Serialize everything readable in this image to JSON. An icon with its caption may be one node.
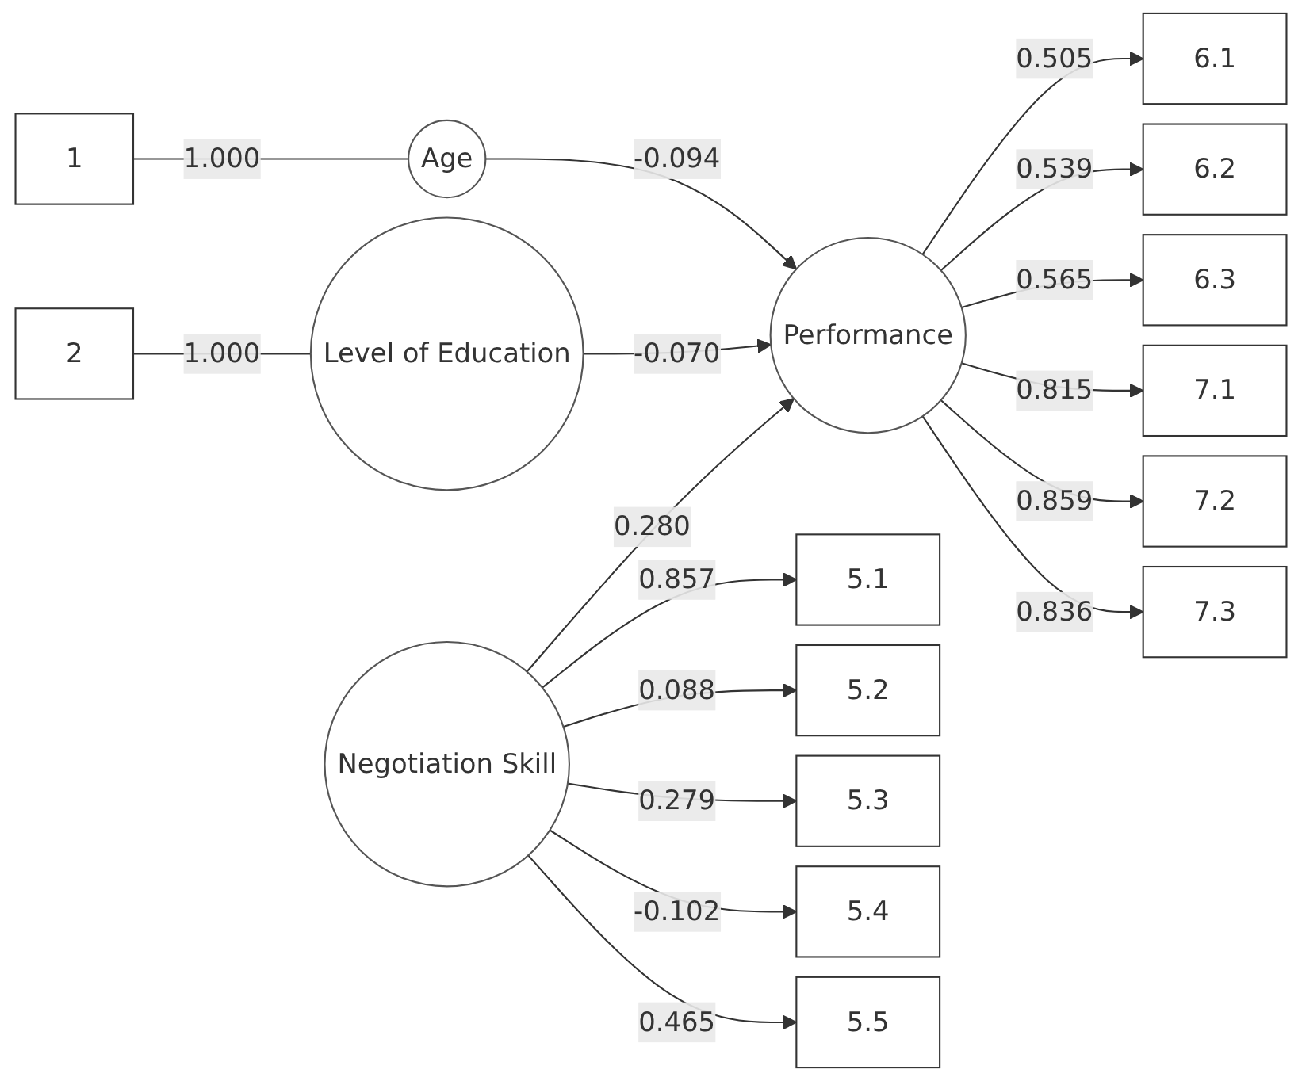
{
  "diagram": {
    "nodes": [
      {
        "text": [
          "1"
        ]
      },
      {
        "text": [
          "Age"
        ]
      },
      {
        "text": [
          "2"
        ]
      },
      {
        "text": [
          "Level of Education"
        ]
      },
      {
        "text": [
          "Performance"
        ]
      },
      {
        "text": [
          "6.1"
        ]
      },
      {
        "text": [
          "6.2"
        ]
      },
      {
        "text": [
          "6.3"
        ]
      },
      {
        "text": [
          "7.1"
        ]
      },
      {
        "text": [
          "7.2"
        ]
      },
      {
        "text": [
          "7.3"
        ]
      },
      {
        "text": [
          "5.1"
        ]
      },
      {
        "text": [
          "5.2"
        ]
      },
      {
        "text": [
          "5.3"
        ]
      },
      {
        "text": [
          "5.4"
        ]
      },
      {
        "text": [
          "5.5"
        ]
      },
      {
        "text": [
          "Negotiation Skill"
        ]
      }
    ],
    "edges": [
      {
        "from": 0,
        "to": 1,
        "arrow": "none",
        "label": "1.000"
      },
      {
        "from": 2,
        "to": 3,
        "arrow": "none",
        "label": "1.000"
      },
      {
        "from": 1,
        "to": 4,
        "arrow": "to",
        "label": "-0.094"
      },
      {
        "from": 3,
        "to": 4,
        "arrow": "to",
        "label": "-0.070"
      },
      {
        "from": 16,
        "to": 4,
        "arrow": "to",
        "label": "0.280"
      },
      {
        "from": 4,
        "to": 5,
        "arrow": "to",
        "label": "0.505"
      },
      {
        "from": 4,
        "to": 6,
        "arrow": "to",
        "label": "0.539"
      },
      {
        "from": 4,
        "to": 7,
        "arrow": "to",
        "label": "0.565"
      },
      {
        "from": 4,
        "to": 8,
        "arrow": "to",
        "label": "0.815"
      },
      {
        "from": 4,
        "to": 9,
        "arrow": "to",
        "label": "0.859"
      },
      {
        "from": 4,
        "to": 10,
        "arrow": "to",
        "label": "0.836"
      },
      {
        "from": 16,
        "to": 11,
        "arrow": "to",
        "label": "0.857"
      },
      {
        "from": 16,
        "to": 12,
        "arrow": "to",
        "label": "0.088"
      },
      {
        "from": 16,
        "to": 13,
        "arrow": "to",
        "label": "0.279"
      },
      {
        "from": 16,
        "to": 14,
        "arrow": "to",
        "label": "-0.102"
      },
      {
        "from": 16,
        "to": 15,
        "arrow": "to",
        "label": "0.465"
      }
    ]
  }
}
